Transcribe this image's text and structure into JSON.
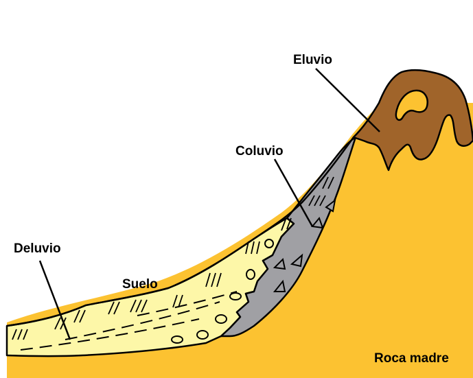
{
  "labels": {
    "eluvio": "Eluvio",
    "coluvio": "Coluvio",
    "deluvio": "Deluvio",
    "suelo": "Suelo",
    "roca_madre": "Roca madre"
  },
  "colors": {
    "bedrock": "#fcc231",
    "eluvium": "#a0642a",
    "colluvium": "#a0a0a4",
    "soil": "#fdf7a8",
    "outline": "#000000"
  }
}
